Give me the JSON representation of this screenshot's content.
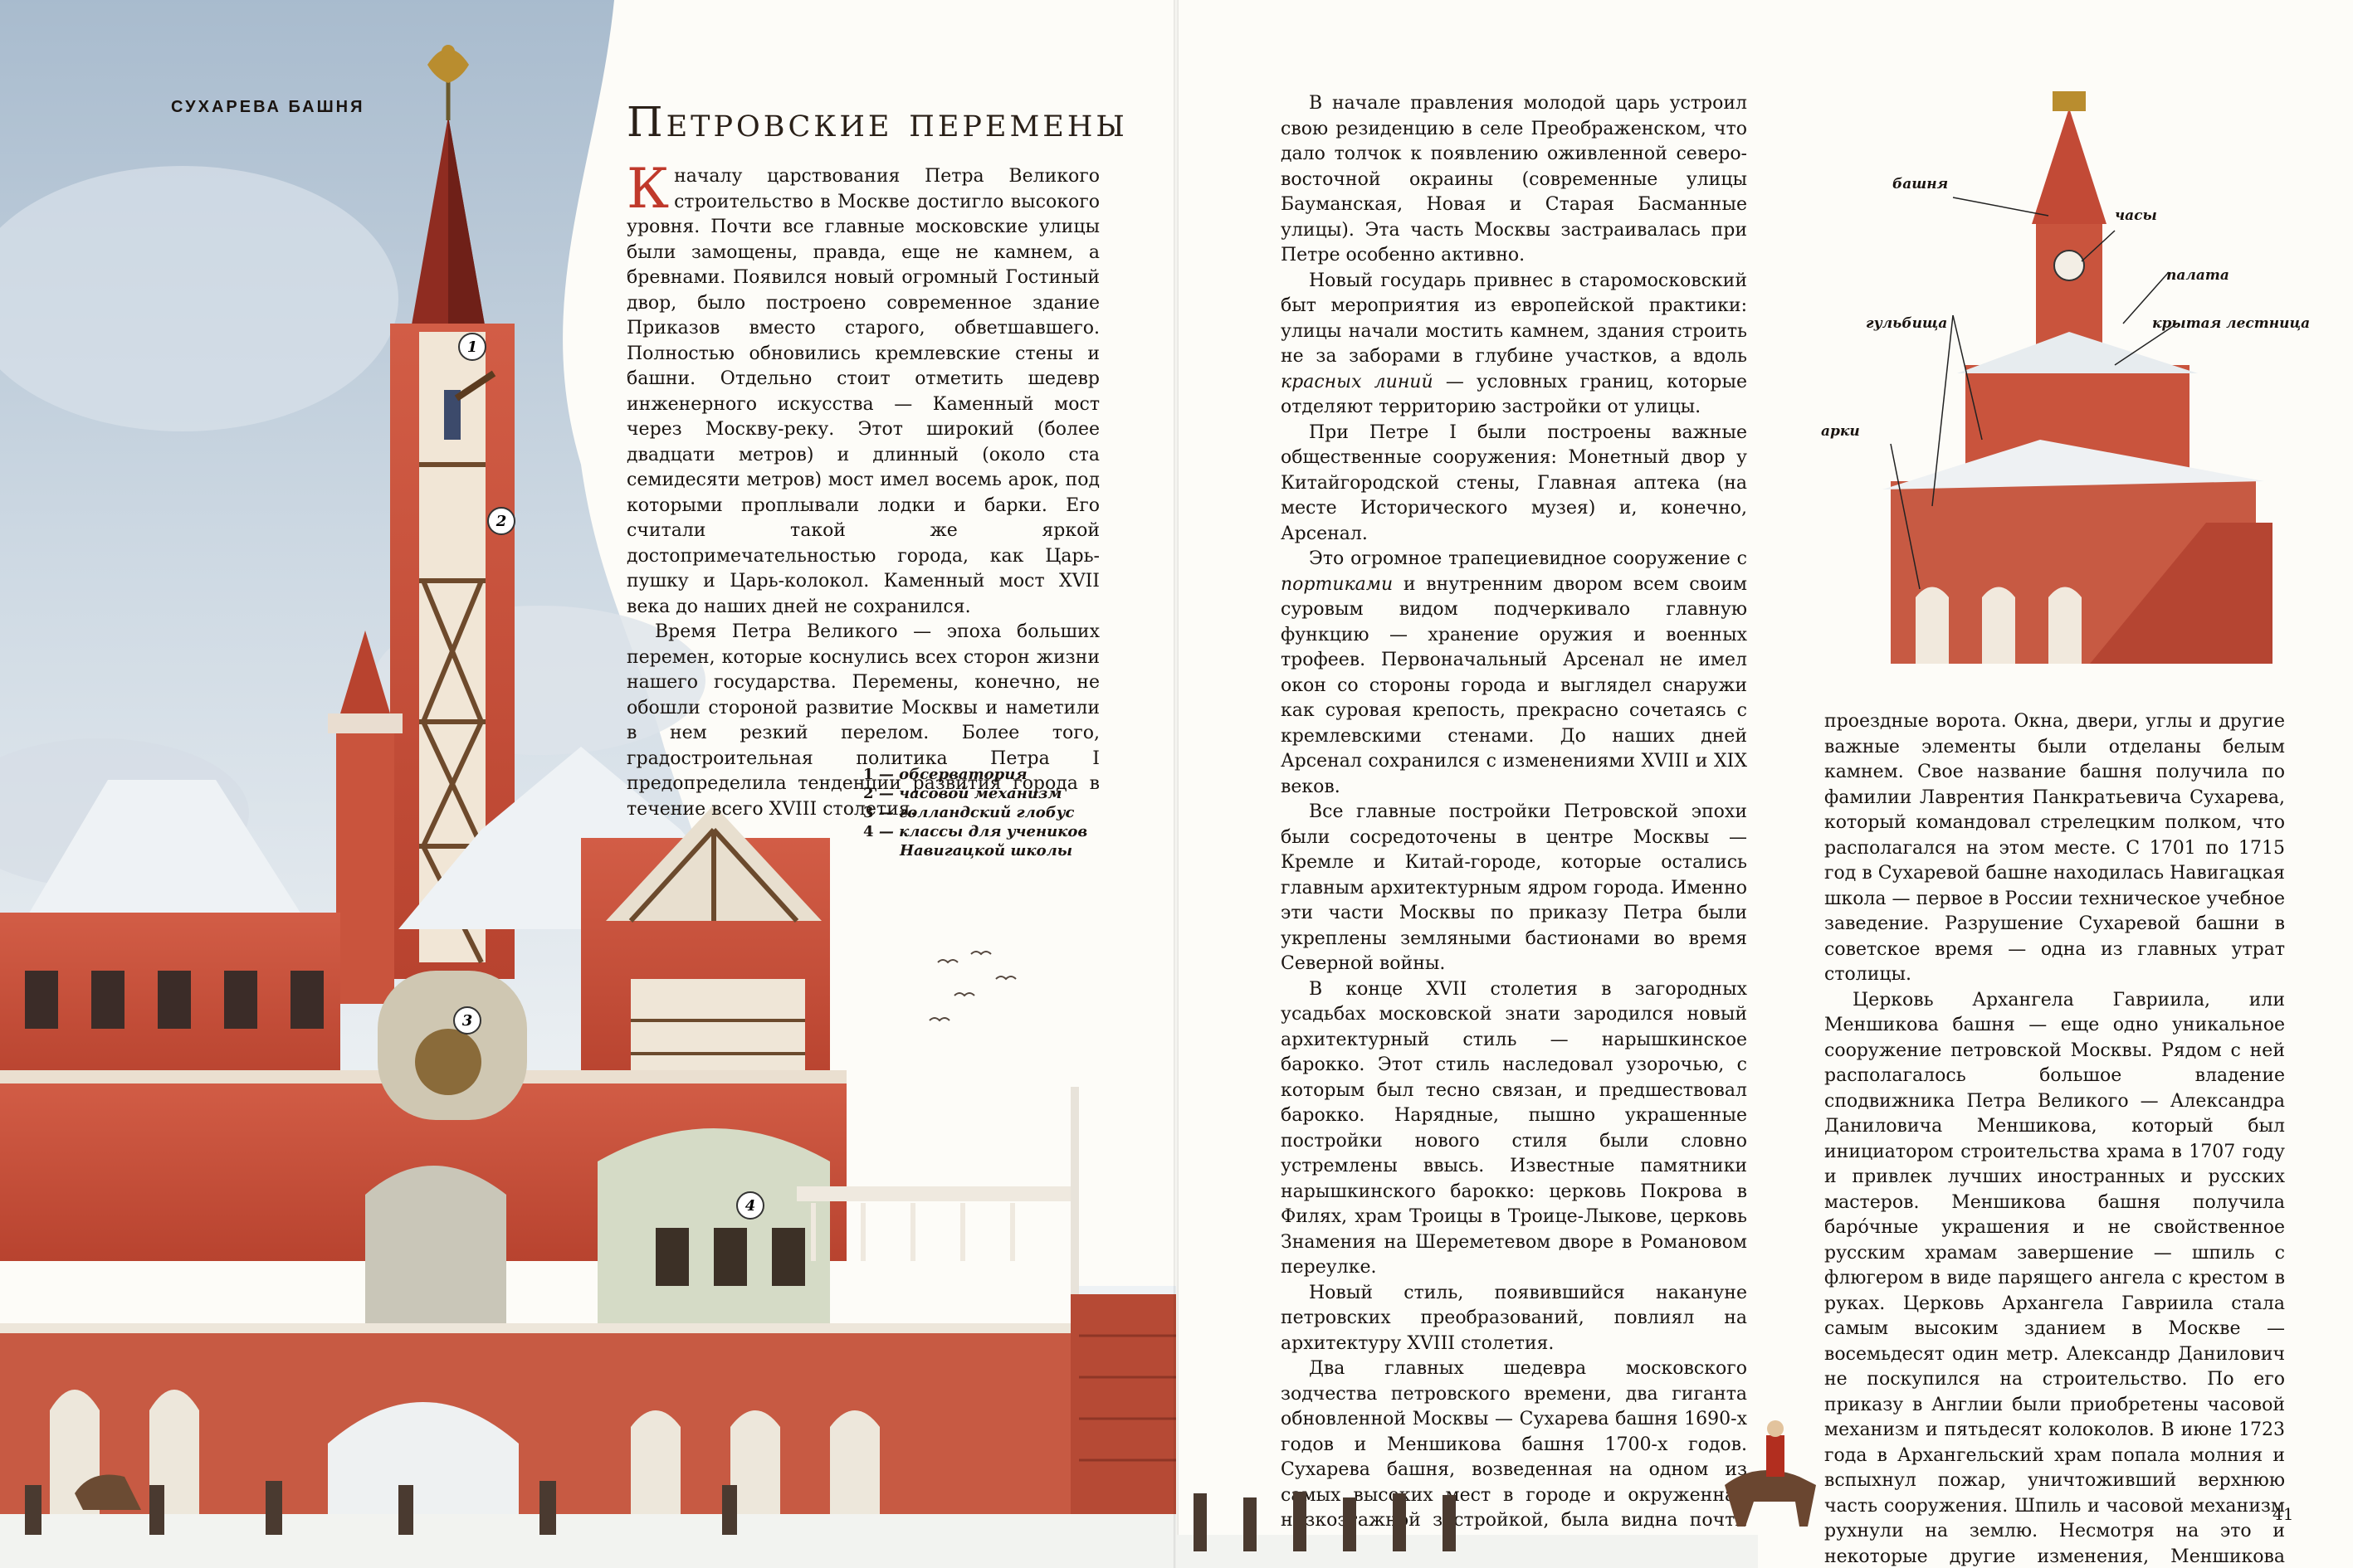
{
  "running_head": "СУХАРЕВА БАШНЯ",
  "title": "Петровские перемены",
  "folio": "41",
  "colors": {
    "brick": "#c8503c",
    "brick_dark": "#9e3628",
    "sky": "#b9cadb",
    "snow": "#eef2f5",
    "dropcap": "#c0392b"
  },
  "legend": [
    {
      "num": "1",
      "text": "— обсерватория"
    },
    {
      "num": "2",
      "text": "— часовой механизм"
    },
    {
      "num": "3",
      "text": "— голландский глобус"
    },
    {
      "num": "4",
      "text": "— классы для учеников"
    },
    {
      "num": "",
      "text": "Навигацкой школы"
    }
  ],
  "markers": [
    "1",
    "2",
    "3",
    "4"
  ],
  "callouts": {
    "bashnya": "башня",
    "chasy": "часы",
    "palata": "палата",
    "gulbishcha": "гульбища",
    "krytaya": "крытая лестница",
    "arki": "арки"
  },
  "col_a": {
    "dropcap": "К",
    "p1_rest": " началу царствования Петра Великого строительство в Москве достигло высокого уровня. Почти все главные московские улицы были замощены, правда, еще не камнем, а бревнами. Появился новый огромный Гостиный двор, было построено современное здание Приказов вместо старого, обветшавшего. Полностью обновились кремлевские стены и башни. Отдельно стоит отметить шедевр инженерного искусства — Каменный мост через Москву-реку. Этот широкий (более двадцати метров) и длинный (около ста семидесяти метров) мост имел восемь арок, под которыми проплывали лодки и барки. Его считали такой же яркой достопримечательностью города, как Царь-пушку и Царь-колокол. Каменный мост XVII века до наших дней не сохранился.",
    "p2": "Время Петра Великого — эпоха больших перемен, которые коснулись всех сторон жизни нашего государства. Перемены, конечно, не обошли стороной развитие Москвы и наметили в нем резкий перелом. Более того, градостроительная политика Петра I предопределила тенденции развития города в течение всего XVIII столетия."
  },
  "col_b": {
    "p1": "В начале правления молодой царь устроил свою резиденцию в селе Преображенском, что дало толчок к появлению оживленной северо-восточной окраины (современные улицы Бауманская, Новая и Старая Басманные улицы). Эта часть Москвы застраивалась при Петре особенно активно.",
    "p2a": "Новый государь привнес в старомосковский быт мероприятия из европейской практики: улицы начали мостить камнем, здания строить не за заборами в глубине участков, а вдоль ",
    "p2em": "красных линий",
    "p2b": " — условных границ, которые отделяют территорию застройки от улицы.",
    "p3": "При Петре I были построены важные общественные сооружения: Монетный двор у Китайгородской стены, Главная аптека (на месте Исторического музея) и, конечно, Арсенал.",
    "p4a": "Это огромное трапециевидное сооружение с ",
    "p4em": "портиками",
    "p4b": " и внутренним двором всем своим суровым видом подчеркивало главную функцию — хранение оружия и военных трофеев. Первоначальный Арсенал не имел окон со стороны города и выглядел снаружи как суровая крепость, прекрасно сочетаясь с кремлевскими стенами. До наших дней Арсенал сохранился с изменениями XVIII и XIX веков.",
    "p5": "Все главные постройки Петровской эпохи были сосредоточены в центре Москвы — Кремле и Китай-городе, которые остались главным архитектурным ядром города. Именно эти части Москвы по приказу Петра были укреплены земляными бастионами во время Северной войны.",
    "p6": "В конце XVII столетия в загородных усадьбах московской знати зародился новый архитектурный стиль — нарышкинское барокко. Этот стиль наследовал узорочью, с которым был тесно связан, и предшествовал барокко. Нарядные, пышно украшенные постройки нового стиля были словно устремлены ввысь. Известные памятники нарышкинского барокко: церковь Покрова в Филях, храм Троицы в Троице-Лыкове, церковь Знамения на Шереметевом дворе в Романовом переулке.",
    "p7": "Новый стиль, появившийся накануне петровских преобразований, повлиял на архитектуру XVIII столетия.",
    "p8": "Два главных шедевра московского зодчества петровского времени, два гиганта обновленной Москвы — Сухарева башня 1690-х годов и Меншикова башня 1700-х годов. Сухарева башня, возведенная на одном из самых высоких мест в городе и окруженная низкоэтажной застройкой, была видна почти отовсюду. Она состояла из палат с гульбищем на высоких арках и трехъярусной башни с часами над вторым этажом. В нижней части этого высокого сооружения устроили широкие"
  },
  "col_c": {
    "p1": "проездные ворота. Окна, двери, углы и другие важные элементы были отделаны белым камнем. Свое название башня получила по фамилии Лаврентия Панкратьевича Сухарева, который командовал стрелецким полком, что располагался на этом месте. С 1701 по 1715 год в Сухаревой башне находилась Навигацкая школа — первое в России техническое учебное заведение. Разрушение Сухаревой башни в советское время — одна из главных утрат столицы.",
    "p2": "Церковь Архангела Гавриила, или Меншикова башня — еще одно уникальное сооружение петровской Москвы. Рядом с ней располагалось большое владение сподвижника Петра Великого — Александра Даниловича Меншикова, который был инициатором строительства храма в 1707 году и привлек лучших иностранных и русских мастеров. Меншикова башня получила барóчные украшения и не свойственное русским храмам завершение — шпиль с флюгером в виде парящего ангела с крестом в руках. Церковь Архангела Гавриила стала самым высоким зданием в Москве — восемьдесят один метр. Александр Данилович не поскупился на строительство. По его приказу в Англии были приобретены часовой механизм и пятьдесят колоколов. В июне 1723 года в Архангельский храм попала молния и вспыхнул пожар, уничтоживший верхнюю часть сооружения. Шпиль и часовой механизм рухнули на землю. Несмотря на это и некоторые другие изменения, Меншикова башня в общих своих чертах сохранилась до наших дней."
  }
}
